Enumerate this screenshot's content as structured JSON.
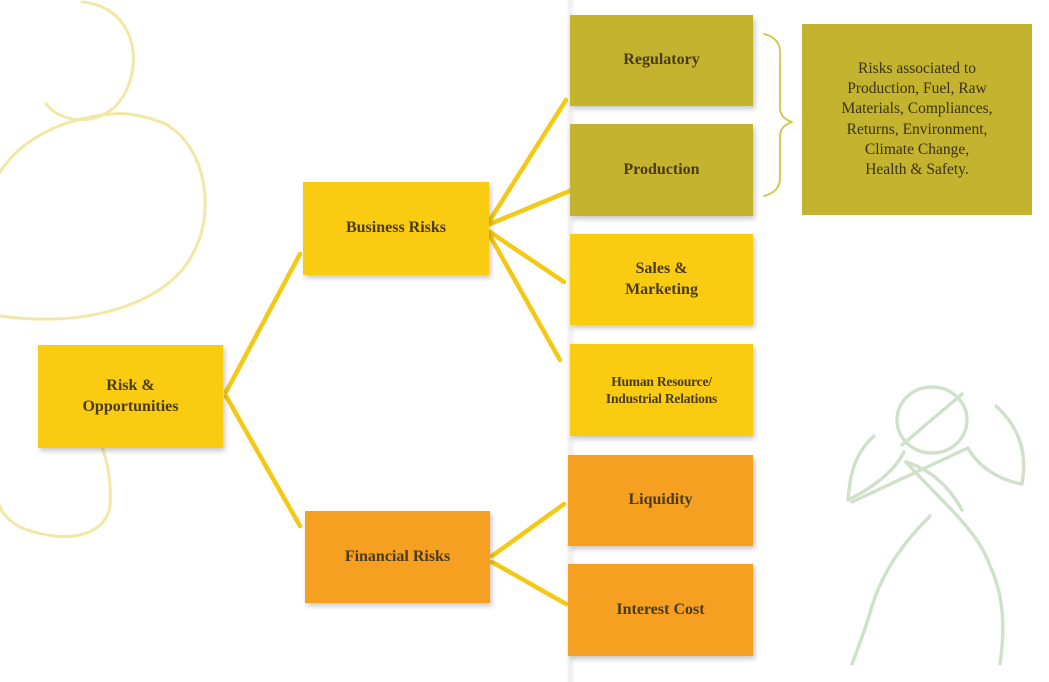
{
  "diagram": {
    "root": {
      "label": "Risk &\nOpportunities"
    },
    "business": {
      "label": "Business Risks"
    },
    "financial": {
      "label": "Financial Risks"
    },
    "regulatory": {
      "label": "Regulatory"
    },
    "production": {
      "label": "Production"
    },
    "sales": {
      "label": "Sales &\nMarketing"
    },
    "hr": {
      "label": "Human Resource/\nIndustrial Relations"
    },
    "liquidity": {
      "label": "Liquidity"
    },
    "interest": {
      "label": "Interest Cost"
    },
    "note": {
      "label": "Risks associated to\nProduction, Fuel, Raw\nMaterials, Compliances,\nReturns, Environment,\nClimate Change,\nHealth & Safety."
    }
  },
  "colors": {
    "yellow": "#f9cc12",
    "olive": "#c4b32e",
    "orange": "#f5a021",
    "connector": "#f4c916",
    "decor_yellow": "#f0e7a3",
    "decor_green": "#cfe1c8"
  }
}
